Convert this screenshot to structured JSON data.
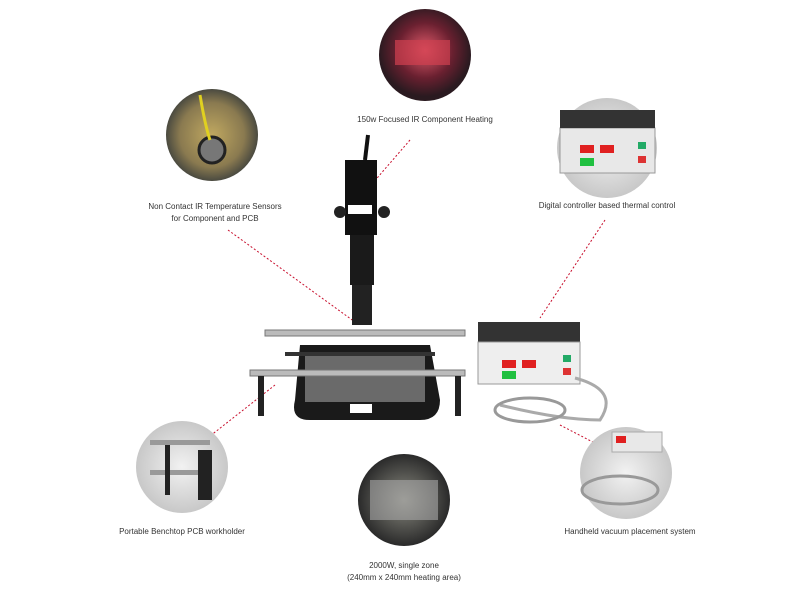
{
  "callouts": {
    "ir_heating": "150w Focused IR Component Heating",
    "sensors_line1": "Non Contact IR Temperature Sensors",
    "sensors_line2": "for Component and PCB",
    "controller": "Digital controller based thermal control",
    "workholder": "Portable Benchtop PCB workholder",
    "zone_line1": "2000W, single zone",
    "zone_line2": "(240mm x 240mm heating area)",
    "vacuum": "Handheld vacuum placement system"
  },
  "colors": {
    "leader": "#c8102e",
    "display_red": "#e02020",
    "display_green": "#20c040"
  }
}
